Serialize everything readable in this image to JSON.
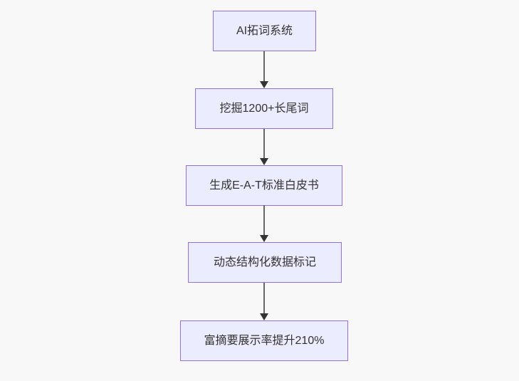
{
  "page": {
    "background_color": "#f8f8f8"
  },
  "diagram": {
    "type": "flowchart",
    "direction": "top-down",
    "style": {
      "node_fill": "#ECECFF",
      "node_border": "#9370DB",
      "text_color": "#333333",
      "edge_line_color": "#666666",
      "arrowhead_color": "#333333"
    },
    "nodes": [
      {
        "id": "n1",
        "label": "AI拓词系统"
      },
      {
        "id": "n2",
        "label": "挖掘1200+长尾词"
      },
      {
        "id": "n3",
        "label": "生成E-A-T标准白皮书"
      },
      {
        "id": "n4",
        "label": "动态结构化数据标记"
      },
      {
        "id": "n5",
        "label": "富摘要展示率提升210%"
      }
    ],
    "edges": [
      {
        "from": "n1",
        "to": "n2"
      },
      {
        "from": "n2",
        "to": "n3"
      },
      {
        "from": "n3",
        "to": "n4"
      },
      {
        "from": "n4",
        "to": "n5"
      }
    ]
  }
}
